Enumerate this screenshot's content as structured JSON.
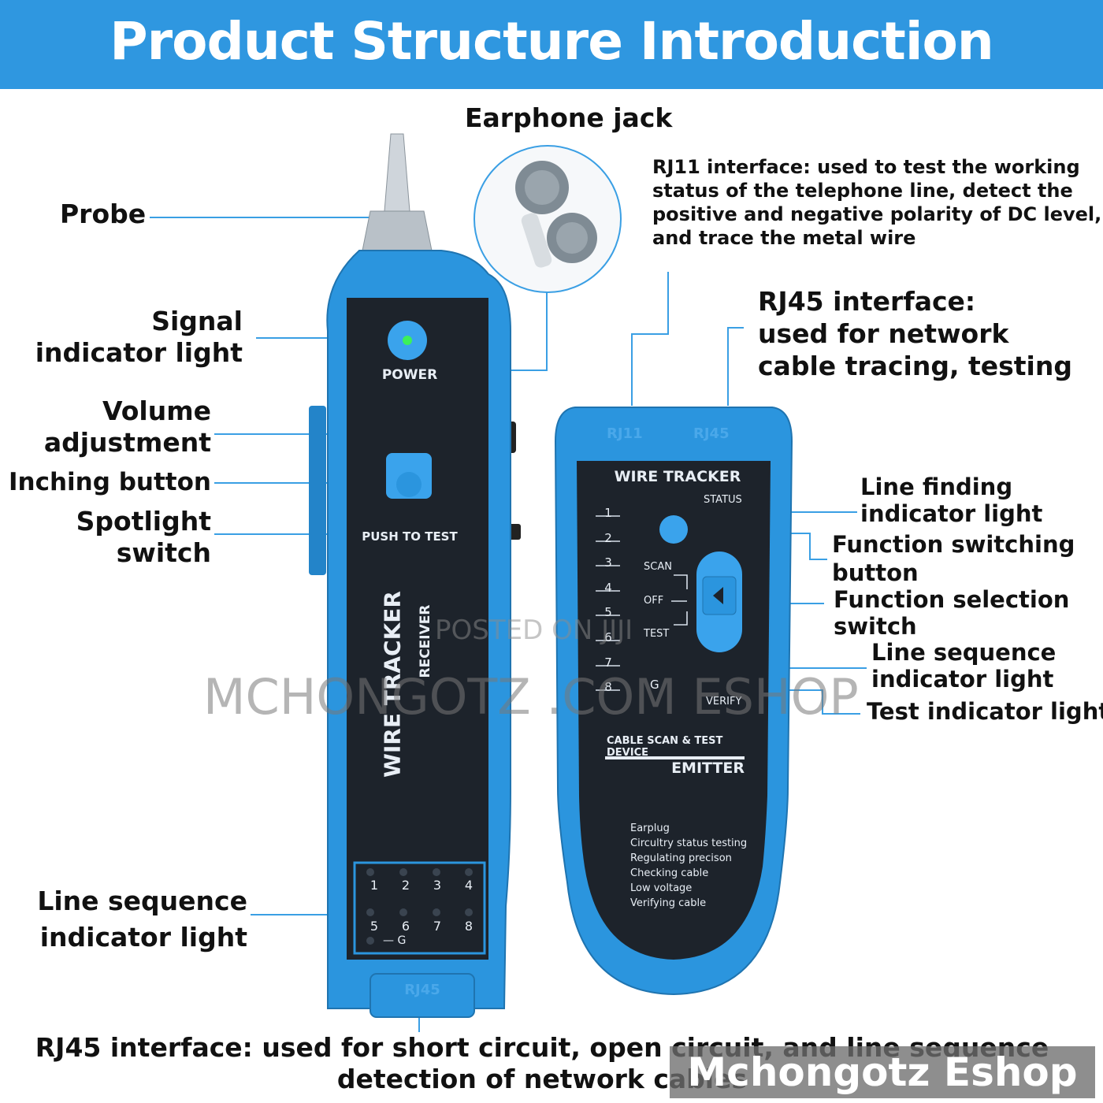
{
  "banner": {
    "title": "Product Structure Introduction"
  },
  "labels": {
    "earphone_jack": "Earphone jack",
    "rj11": [
      "RJ11 interface: used to test the working",
      "status of the telephone line, detect the",
      "positive and negative polarity of DC level,",
      "and trace the metal wire"
    ],
    "probe": "Probe",
    "signal": [
      "Signal",
      "indicator light"
    ],
    "volume": [
      "Volume",
      "adjustment"
    ],
    "inching": "Inching button",
    "spotlight": [
      "Spotlight",
      "switch"
    ],
    "rj45_top": [
      "RJ45 interface:",
      "used for network",
      "cable tracing, testing"
    ],
    "line_finding": [
      "Line finding",
      "indicator light"
    ],
    "func_btn": [
      "Function switching",
      "button"
    ],
    "func_sel": [
      "Function selection",
      "switch"
    ],
    "line_seq_right": [
      "Line sequence",
      "indicator light"
    ],
    "test_ind": "Test indicator light",
    "line_seq_left": [
      "Line sequence",
      "indicator light"
    ],
    "bottom": [
      "RJ45 interface: used for short circuit, open circuit, and line sequence",
      "detection of network cables"
    ]
  },
  "receiver": {
    "power": "POWER",
    "push": "PUSH TO TEST",
    "brand": "WIRE TRACKER",
    "role": "RECEIVER",
    "grid_top": [
      "1",
      "2",
      "3",
      "4"
    ],
    "grid_bottom": [
      "5",
      "6",
      "7",
      "8"
    ],
    "ground": "— G",
    "port": "RJ45"
  },
  "emitter": {
    "brand": "WIRE TRACKER",
    "status": "STATUS",
    "numbers": [
      "1",
      "2",
      "3",
      "4",
      "5",
      "6",
      "7",
      "8"
    ],
    "g": "G",
    "scan": "SCAN",
    "off": "OFF",
    "test": "TEST",
    "verify": "VERIFY",
    "device": "CABLE SCAN & TEST DEVICE",
    "role": "EMITTER",
    "features": [
      "Earplug",
      "Circultry status testing",
      "Regulating precison",
      "Checking cable",
      "Low voltage",
      "Verifying cable"
    ],
    "port1": "RJ11",
    "port2": "RJ45"
  },
  "watermarks": {
    "main": "MCHONGOTZ .COM ESHOP",
    "posted": "POSTED ON JIJI",
    "shop": "Mchongotz Eshop"
  },
  "colors": {
    "banner": "#2f97e0",
    "device_blue": "#2b95de",
    "panel": "#1d232b",
    "line": "#3a9fe4"
  }
}
